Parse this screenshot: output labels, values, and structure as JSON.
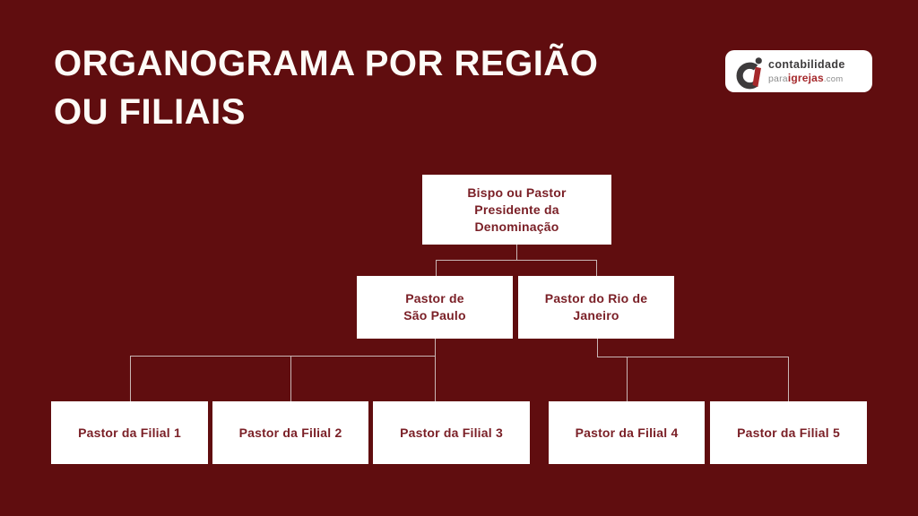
{
  "title": {
    "line1": "ORGANOGRAMA POR REGIÃO",
    "line2": "OU FILIAIS"
  },
  "logo": {
    "brand_top": "contabilidade",
    "brand_para": "para",
    "brand_igrejas": "igrejas",
    "brand_com": ".com"
  },
  "org_chart": {
    "root": {
      "lines": [
        "Bispo ou Pastor",
        "Presidente da",
        "Denominação"
      ]
    },
    "regions": [
      {
        "lines": [
          "Pastor de",
          "São Paulo"
        ]
      },
      {
        "lines": [
          "Pastor do Rio de",
          "Janeiro"
        ]
      }
    ],
    "branches": [
      {
        "lines": [
          "Pastor da Filial 1"
        ]
      },
      {
        "lines": [
          "Pastor da Filial 2"
        ]
      },
      {
        "lines": [
          "Pastor da Filial 3"
        ]
      },
      {
        "lines": [
          "Pastor da Filial 4"
        ]
      },
      {
        "lines": [
          "Pastor da Filial 5"
        ]
      }
    ]
  },
  "colors": {
    "background": "#600d0f",
    "node_background": "#ffffff",
    "node_text": "#7a1f26",
    "connector": "#c9b6b5",
    "title_text": "#fdfbf7",
    "logo_dark": "#3d3b3c",
    "logo_red": "#a5282b",
    "logo_gray": "#8d8d8d"
  }
}
